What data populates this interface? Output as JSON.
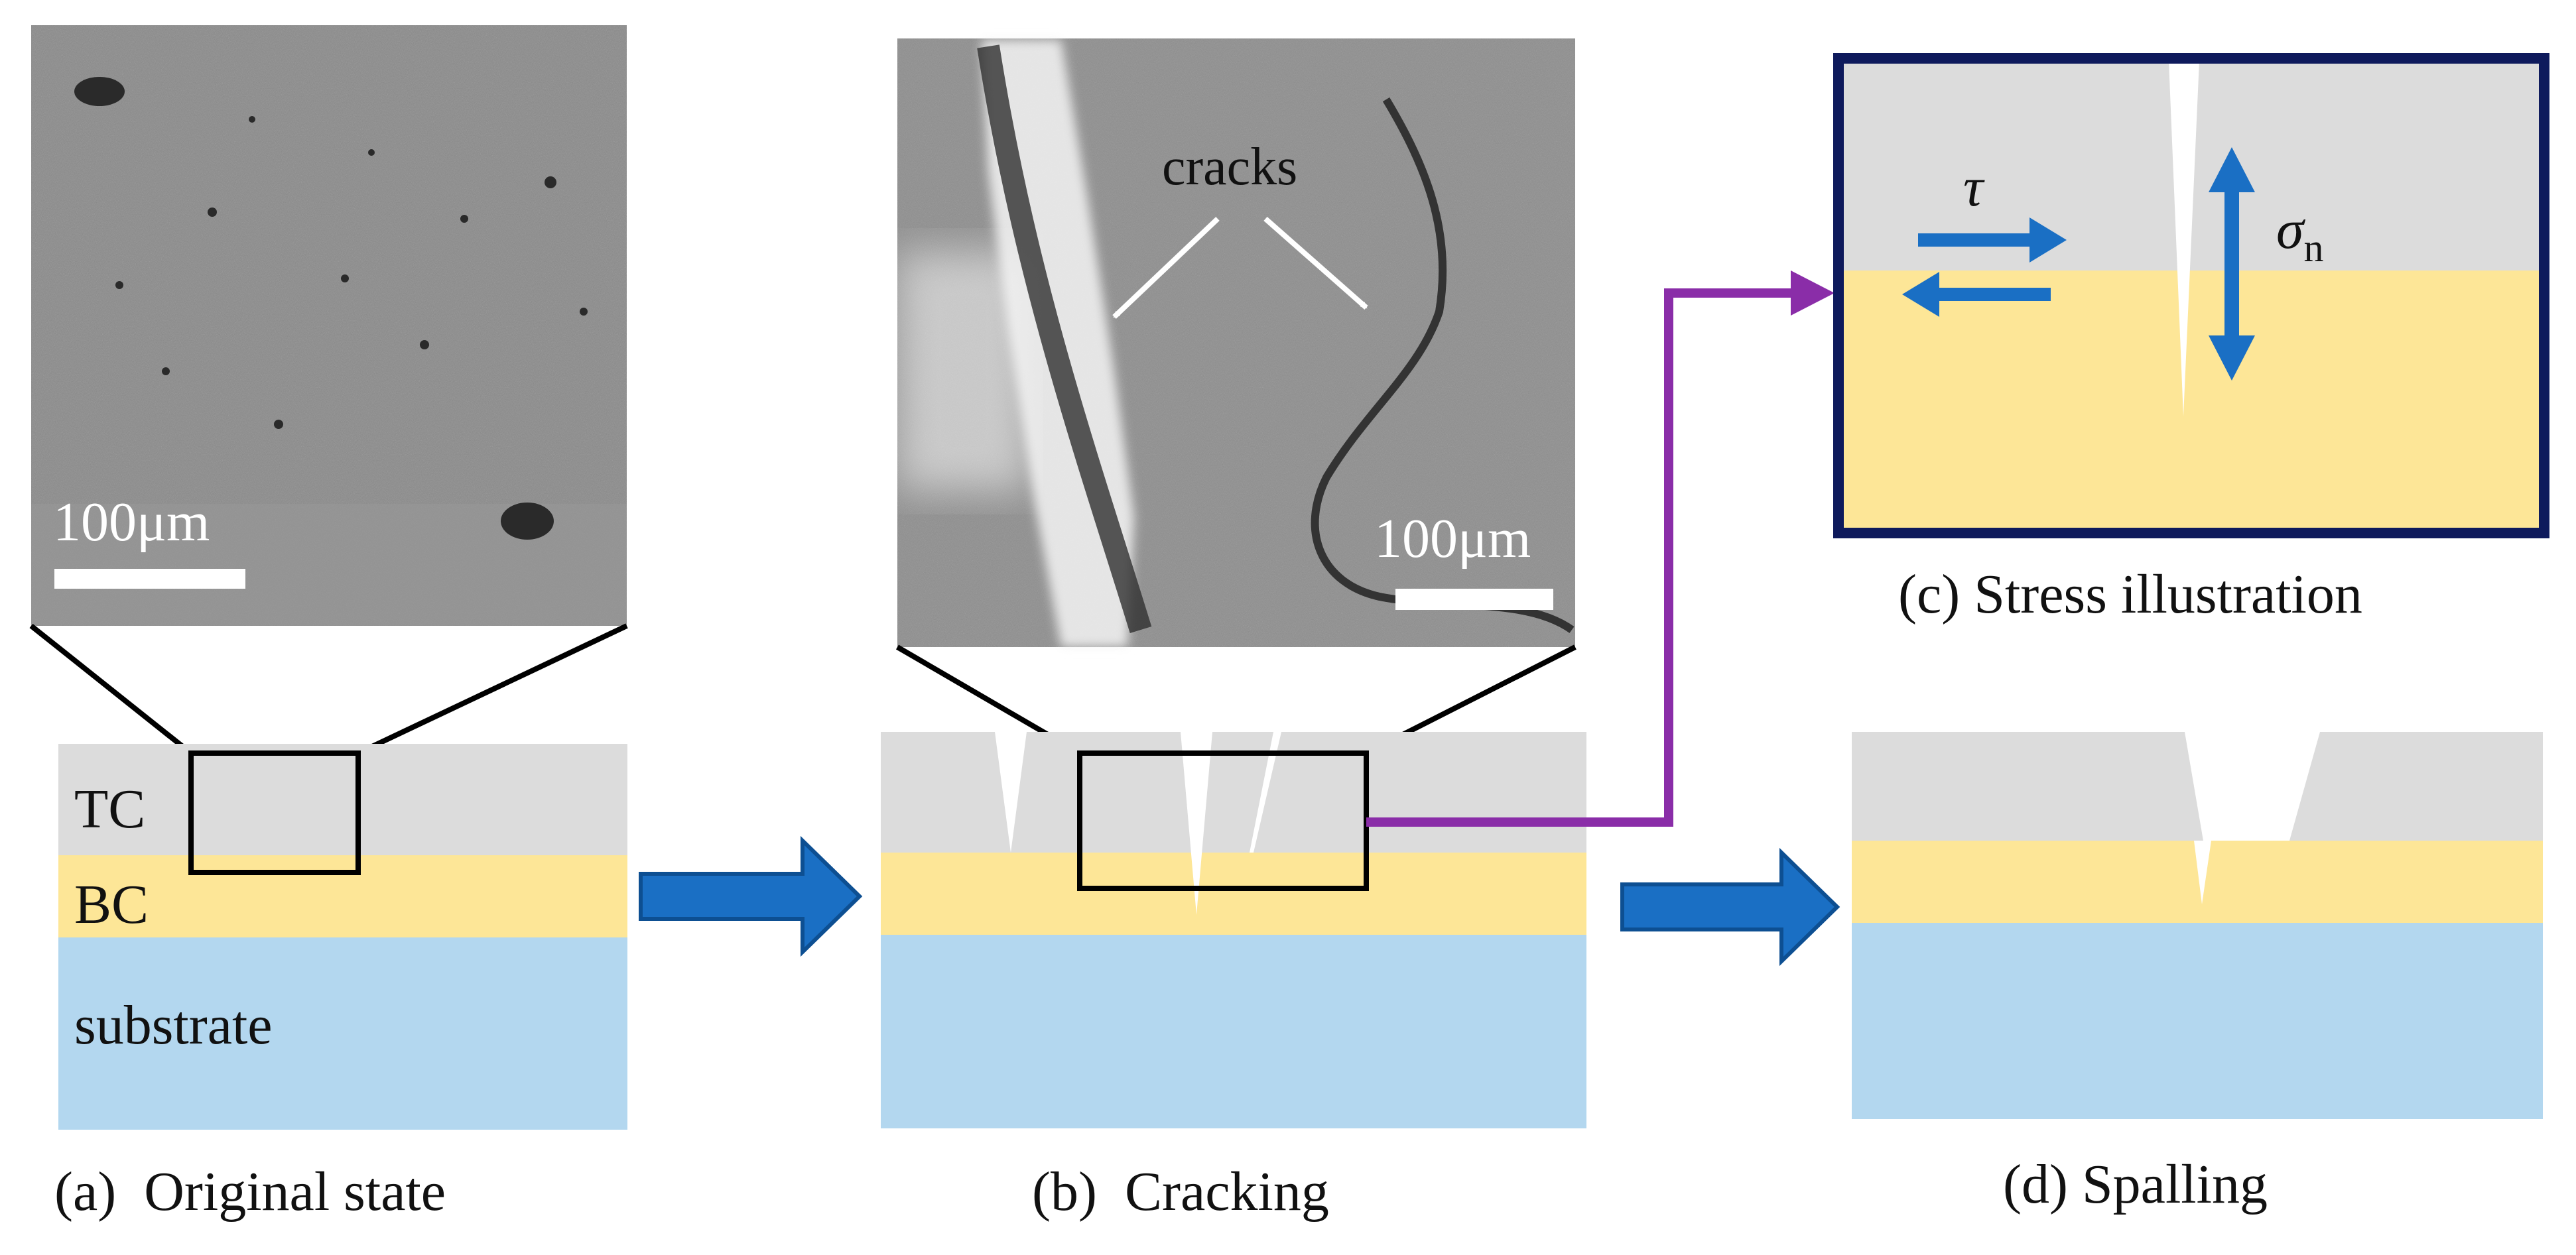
{
  "panels": {
    "a": {
      "caption": "(a)  Original state",
      "scale_label": "100μm"
    },
    "b": {
      "caption": "(b)  Cracking",
      "scale_label": "100μm",
      "annotation": "cracks"
    },
    "c": {
      "caption": "(c) Stress illustration",
      "shear_symbol": "τ",
      "normal_symbol": "σ",
      "normal_subscript": "n"
    },
    "d": {
      "caption": "(d) Spalling"
    }
  },
  "layers": {
    "tc": "TC",
    "bc": "BC",
    "substrate": "substrate"
  },
  "colors": {
    "tc": "#dcdcdc",
    "bc": "#fde697",
    "substrate": "#b3d7ef",
    "arrow_blue": "#1a6fc4",
    "connector_purple": "#8a2da8",
    "frame_navy": "#0e1a5c"
  }
}
